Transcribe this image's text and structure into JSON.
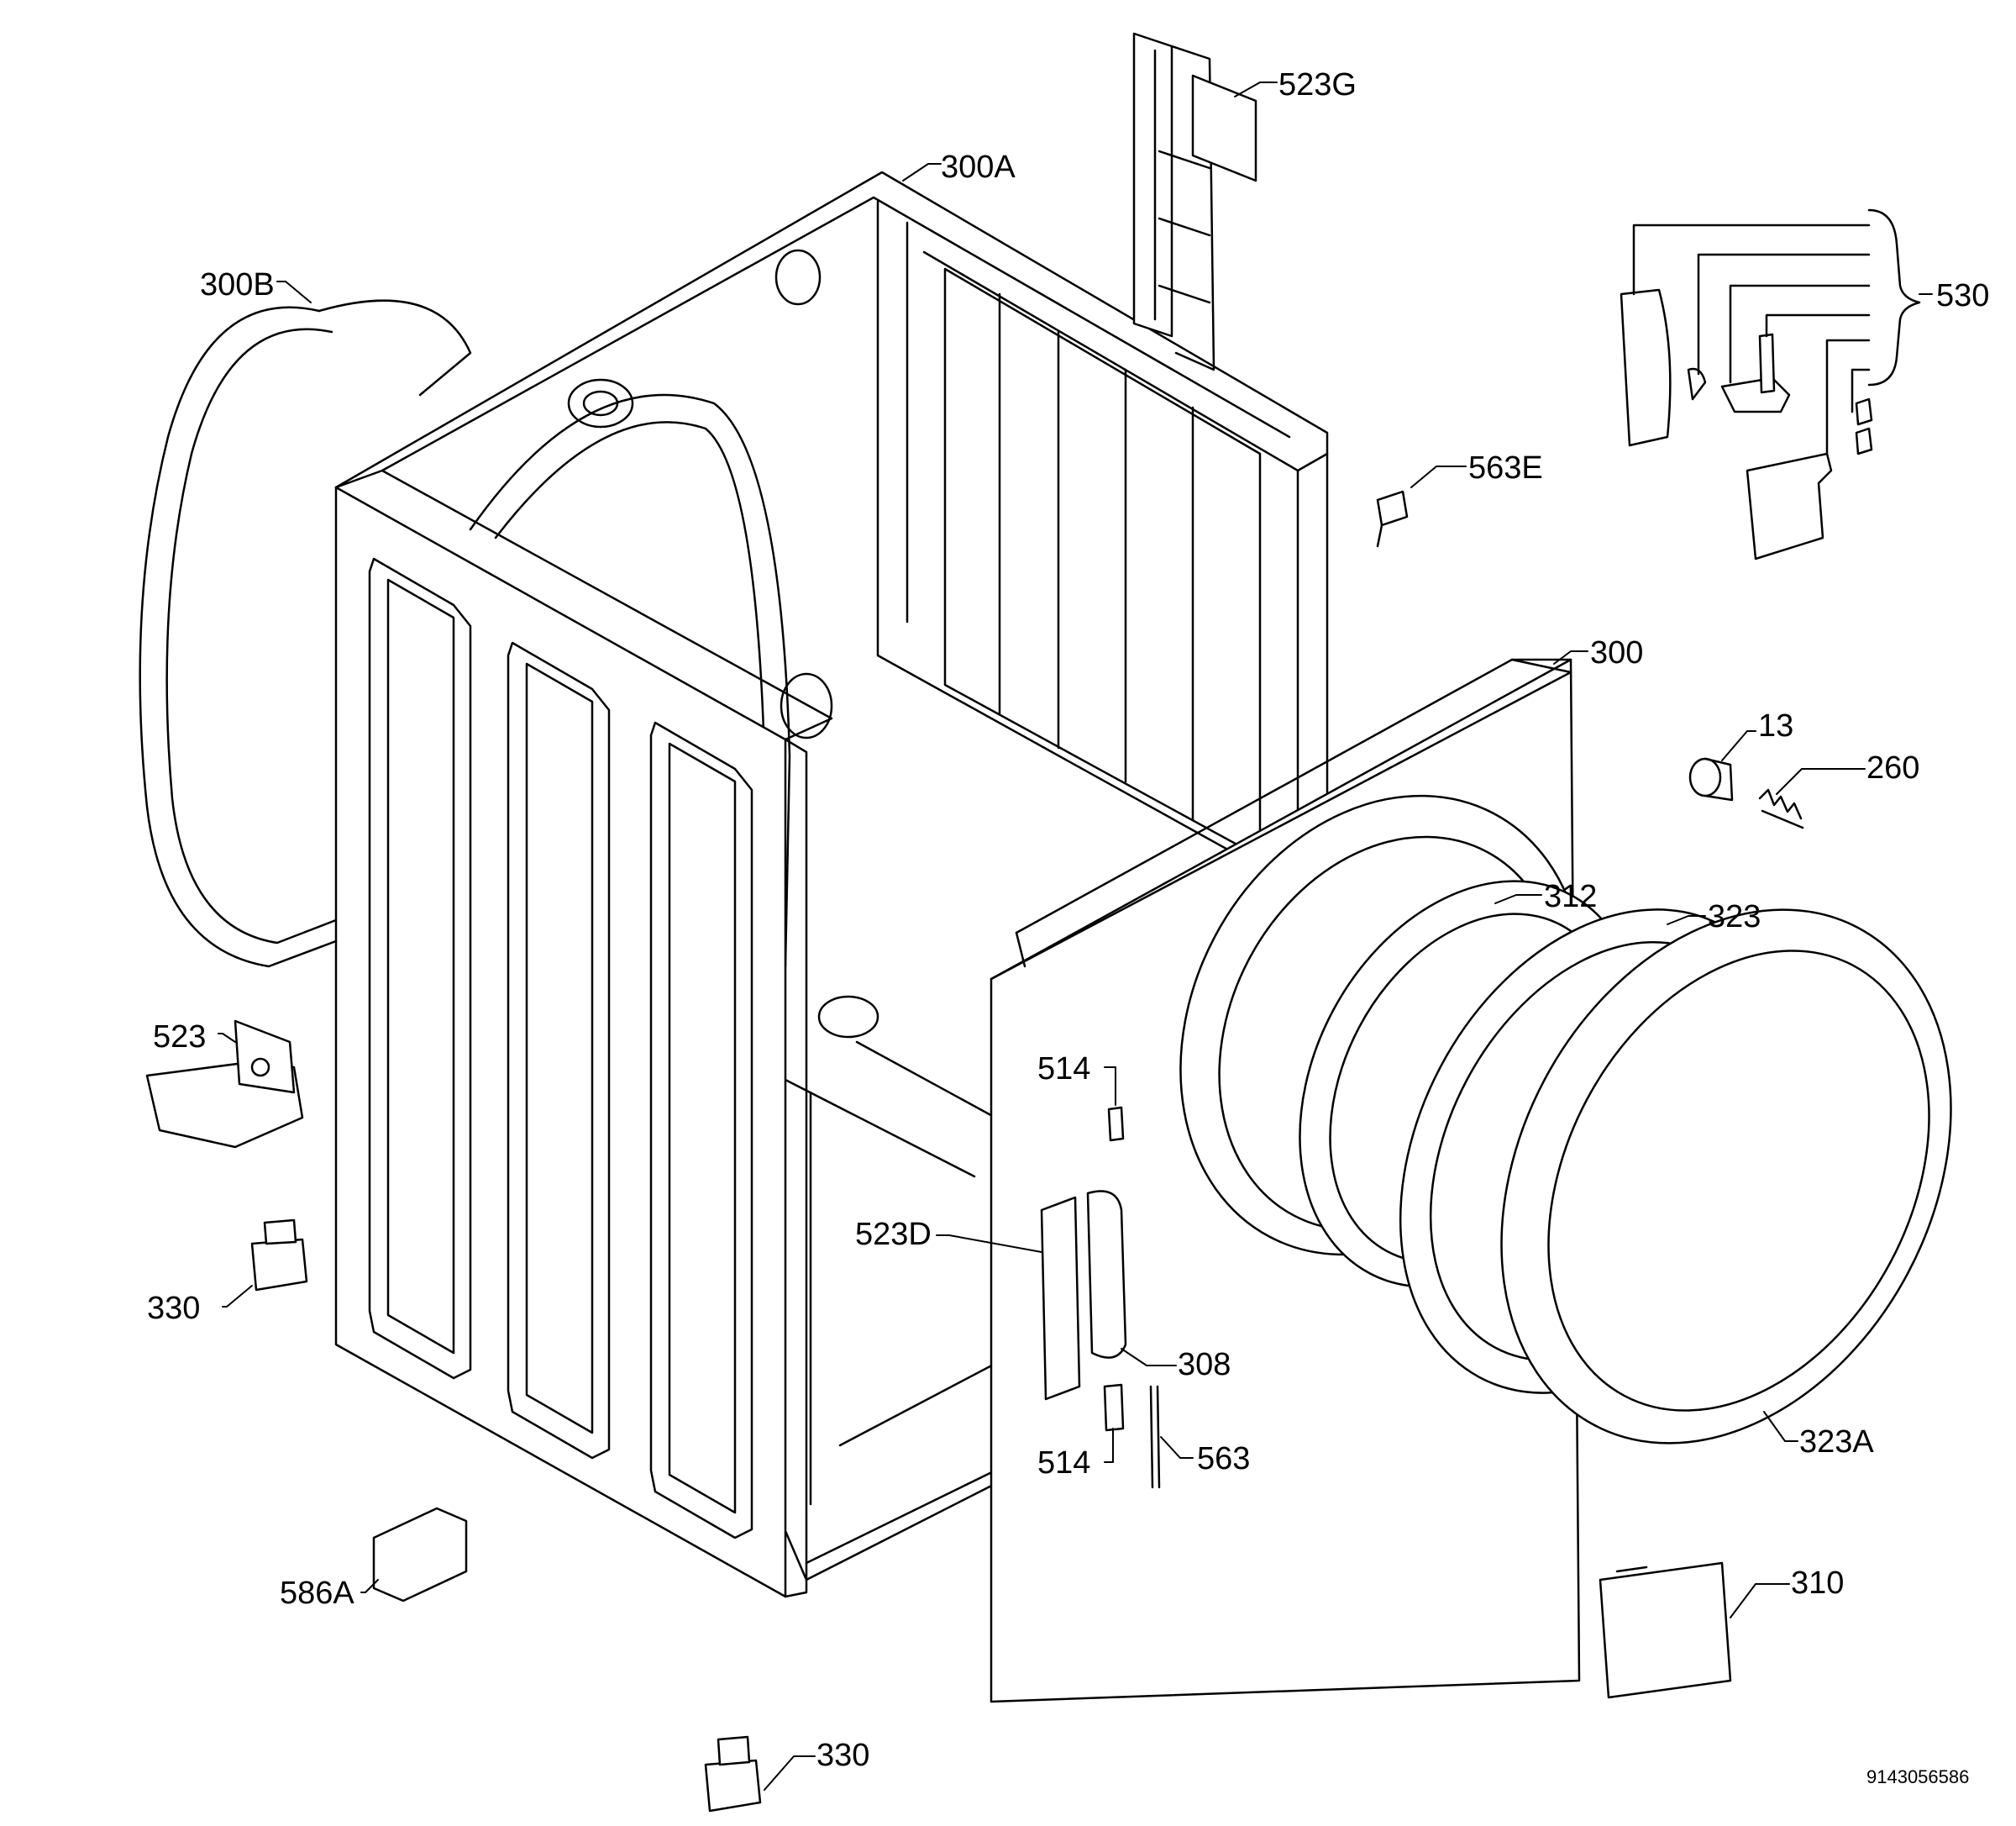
{
  "diagram": {
    "part_labels": [
      {
        "id": "523G",
        "text": "523G"
      },
      {
        "id": "300A",
        "text": "300A"
      },
      {
        "id": "300B",
        "text": "300B"
      },
      {
        "id": "530",
        "text": "530"
      },
      {
        "id": "563E",
        "text": "563E"
      },
      {
        "id": "300",
        "text": "300"
      },
      {
        "id": "13",
        "text": "13"
      },
      {
        "id": "260",
        "text": "260"
      },
      {
        "id": "312",
        "text": "312"
      },
      {
        "id": "323",
        "text": "323"
      },
      {
        "id": "523",
        "text": "523"
      },
      {
        "id": "514-top",
        "text": "514"
      },
      {
        "id": "523D",
        "text": "523D"
      },
      {
        "id": "330-left",
        "text": "330"
      },
      {
        "id": "308",
        "text": "308"
      },
      {
        "id": "514-bottom",
        "text": "514"
      },
      {
        "id": "563",
        "text": "563"
      },
      {
        "id": "323A",
        "text": "323A"
      },
      {
        "id": "310",
        "text": "310"
      },
      {
        "id": "586A",
        "text": "586A"
      },
      {
        "id": "330-bottom",
        "text": "330"
      }
    ],
    "document_number": "9143056586"
  }
}
